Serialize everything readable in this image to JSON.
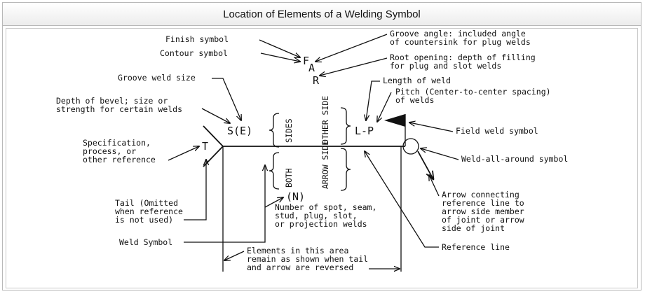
{
  "title": "Location of Elements of a Welding Symbol",
  "labels": {
    "finish": "Finish symbol",
    "contour": "Contour symbol",
    "groove_angle_1": "Groove angle: included angle",
    "groove_angle_2": "of countersink for plug welds",
    "root_opening_1": "Root opening: depth of filling",
    "root_opening_2": "for plug and slot welds",
    "groove_weld_size": "Groove weld size",
    "length_of_weld": "Length of weld",
    "pitch_1": "Pitch (Center-to-center spacing)",
    "pitch_2": "of welds",
    "depth_1": "Depth of bevel; size or",
    "depth_2": "strength for certain welds",
    "field_weld": "Field weld symbol",
    "spec_1": "Specification,",
    "spec_2": "process, or",
    "spec_3": "other reference",
    "weld_all_around": "Weld-all-around symbol",
    "arrow_conn_1": "Arrow connecting",
    "arrow_conn_2": "reference line to",
    "arrow_conn_3": "arrow side member",
    "arrow_conn_4": "of joint or arrow",
    "arrow_conn_5": "side of joint",
    "tail_1": "Tail (Omitted",
    "tail_2": "when reference",
    "tail_3": "is not used)",
    "number_1": "Number of spot, seam,",
    "number_2": "stud, plug, slot,",
    "number_3": "or projection welds",
    "weld_symbol": "Weld Symbol",
    "reference_line": "Reference line",
    "elements_1": "Elements in this area",
    "elements_2": "remain as shown when tail",
    "elements_3": "and arrow are reversed"
  },
  "symbols": {
    "F": "F",
    "A": "A",
    "R": "R",
    "SE": "S(E)",
    "T": "T",
    "LP": "L-P",
    "N": "(N)",
    "sides": "SIDES",
    "both": "BOTH",
    "other_side": "OTHER SIDE",
    "arrow_side": "ARROW SIDE"
  }
}
